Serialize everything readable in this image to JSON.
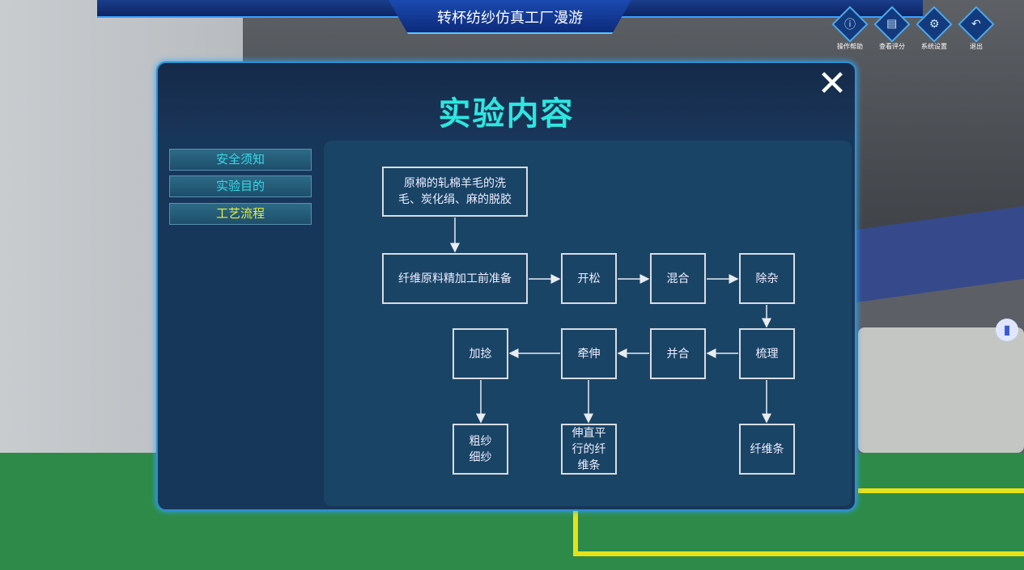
{
  "header": {
    "title": "转杯纺纱仿真工厂漫游"
  },
  "toolbar": [
    {
      "label": "操作帮助",
      "icon": "info-icon",
      "glyph": "ⓘ"
    },
    {
      "label": "查看评分",
      "icon": "score-icon",
      "glyph": "▤"
    },
    {
      "label": "系统设置",
      "icon": "gear-icon",
      "glyph": "⚙"
    },
    {
      "label": "退出",
      "icon": "back-icon",
      "glyph": "↶"
    }
  ],
  "dialog": {
    "title": "实验内容",
    "close": "✕",
    "tabs": [
      {
        "label": "安全须知"
      },
      {
        "label": "实验目的"
      },
      {
        "label": "工艺流程",
        "active": true
      }
    ],
    "flow": {
      "pre": "原棉的轧棉羊毛的洗毛、炭化绢、麻的脱胶",
      "prep": "纤维原料精加工前准备",
      "open": "开松",
      "mix": "混合",
      "clean": "除杂",
      "card": "梳理",
      "double": "并合",
      "draft": "牵伸",
      "twist": "加捻",
      "roving": "粗纱\n细纱",
      "sliver_parallel": "伸直平\n行的纤\n维条",
      "sliver": "纤维条"
    }
  },
  "colors": {
    "accent": "#2ee6e0",
    "active_tab": "#e6f03a"
  }
}
